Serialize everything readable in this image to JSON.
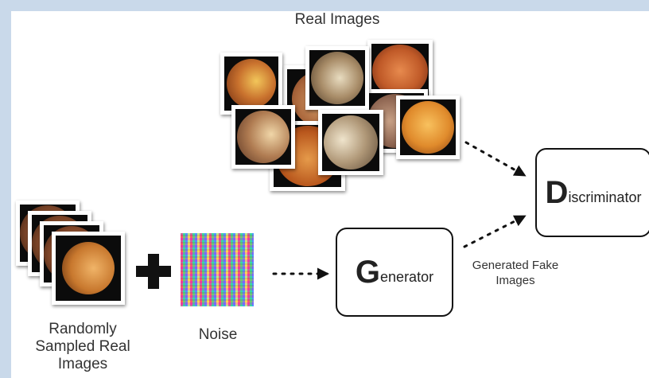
{
  "real_images_label": "Real Images",
  "discriminator": {
    "initial": "D",
    "rest": "iscriminator"
  },
  "generator": {
    "initial": "G",
    "rest": "enerator"
  },
  "generated_label": {
    "line1": "Generated Fake",
    "line2": "Images"
  },
  "noise_label": "Noise",
  "sampled_label": {
    "line1": "Randomly",
    "line2": "Sampled Real",
    "line3": "Images"
  },
  "colors": {
    "arrow": "#111111",
    "box_border": "#111111",
    "background_frame": "#c9d9ea"
  }
}
